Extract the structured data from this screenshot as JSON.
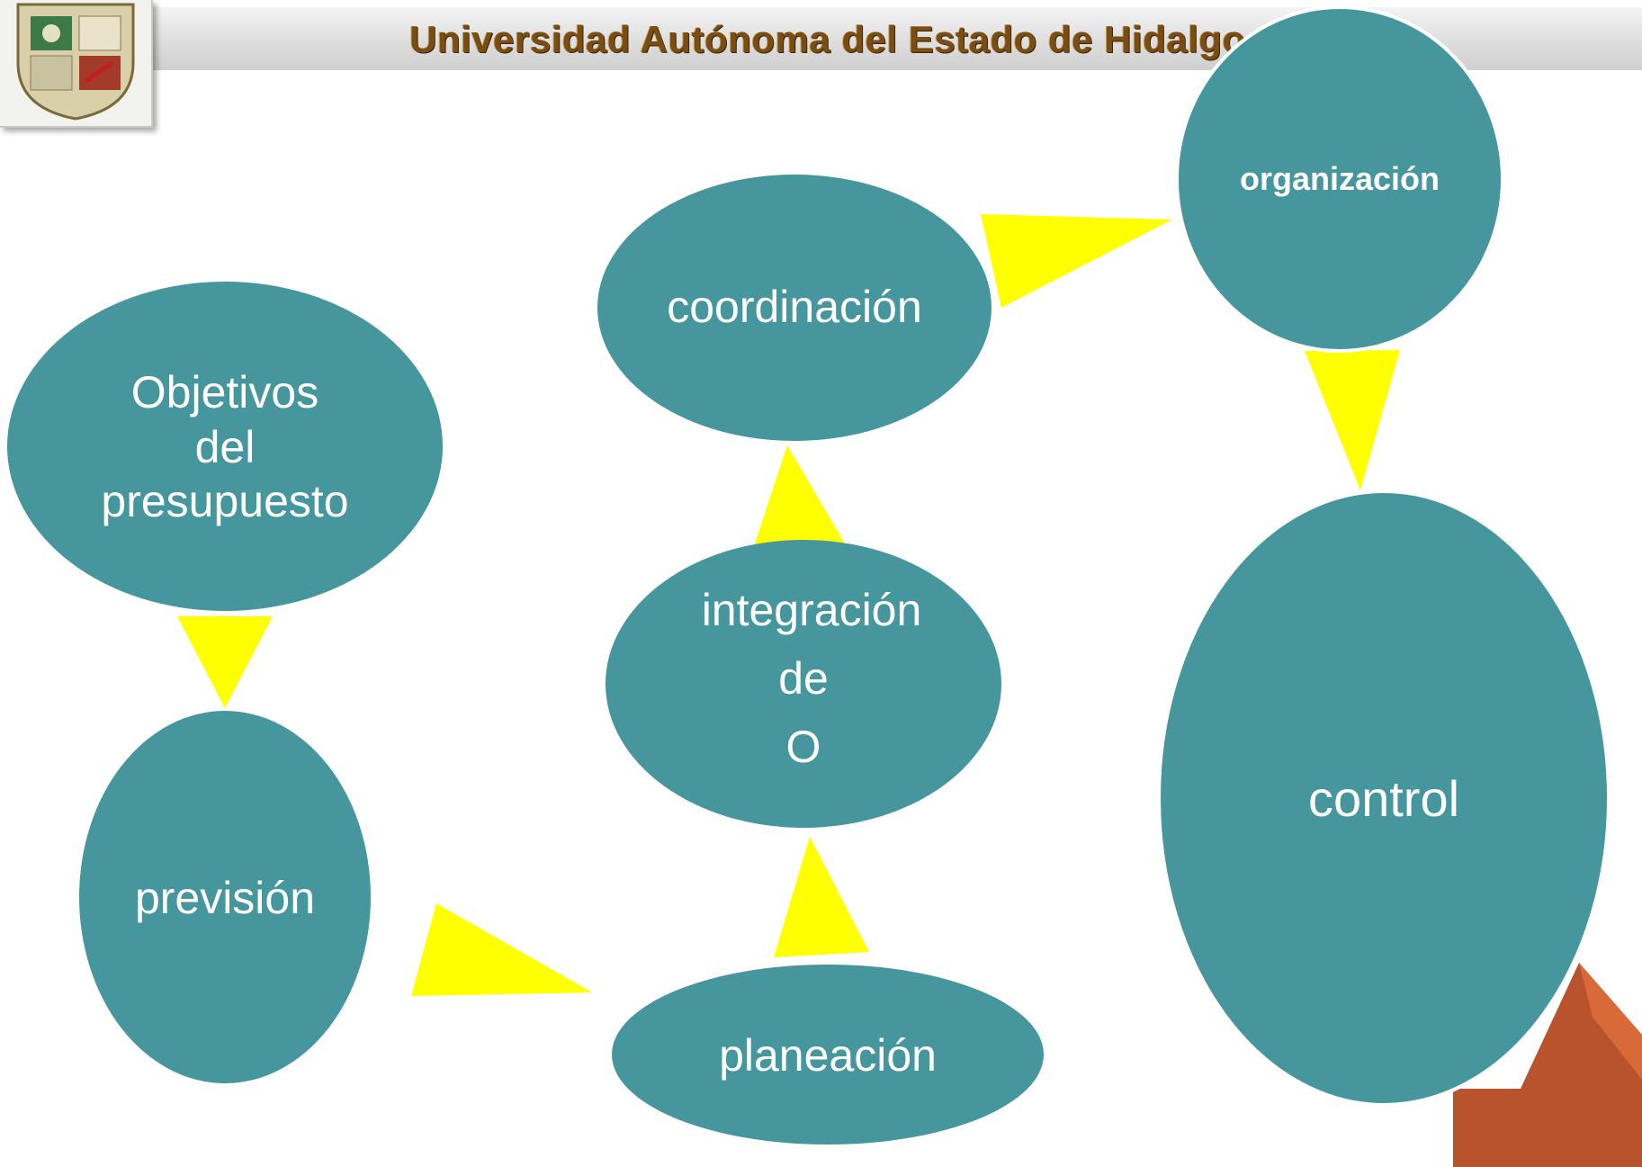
{
  "header": {
    "title": "Universidad Autónoma del Estado de Hidalgo"
  },
  "colors": {
    "node_fill": "#46969e",
    "arrow_fill": "#ffff00",
    "node_text": "#ffffff",
    "corner_accent": "#c0532a"
  },
  "nodes": {
    "objetivos": {
      "lines": [
        "Objetivos",
        "del",
        "presupuesto"
      ]
    },
    "prevision": {
      "label": "previsión"
    },
    "planeacion": {
      "label": "planeación"
    },
    "integracion": {
      "lines": [
        "integración",
        "de",
        "O"
      ]
    },
    "coordinacion": {
      "label": "coordinación"
    },
    "organizacion": {
      "label": "organización"
    },
    "control": {
      "label": "control"
    }
  },
  "icons": {
    "logo": "university-crest-icon",
    "corner": "next-arrow-icon"
  }
}
